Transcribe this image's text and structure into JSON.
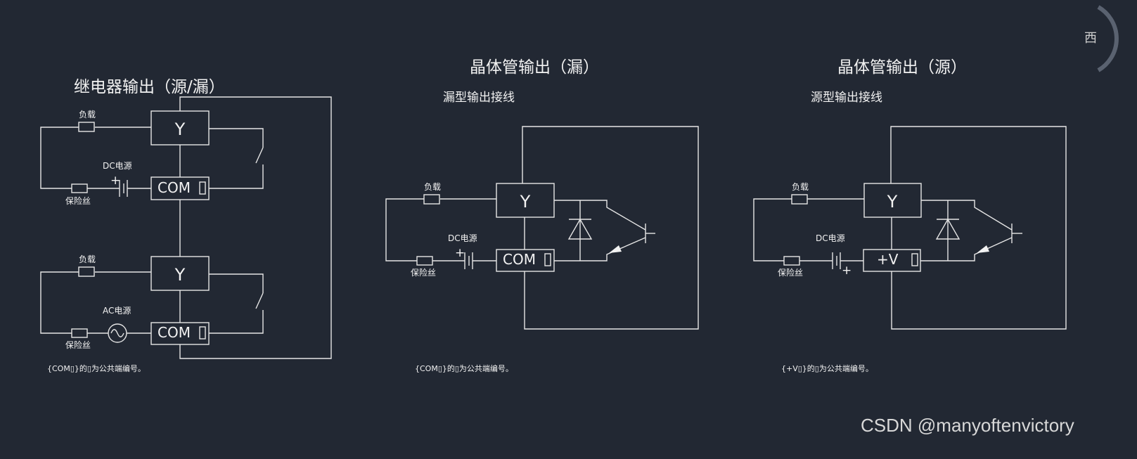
{
  "relay": {
    "title": "继电器输出（源/漏）",
    "top": {
      "load": "负载",
      "dc_source": "DC电源",
      "fuse": "保险丝",
      "plus": "+",
      "y": "Y",
      "com": "COM",
      "slot": "▯"
    },
    "bottom": {
      "load": "负载",
      "ac_source": "AC电源",
      "fuse": "保险丝",
      "y": "Y",
      "com": "COM",
      "slot": "▯"
    },
    "note": "{COM▯}的▯为公共端编号。"
  },
  "sink": {
    "title": "晶体管输出（漏）",
    "subtitle": "漏型输出接线",
    "load": "负载",
    "dc_source": "DC电源",
    "fuse": "保险丝",
    "plus": "+",
    "y": "Y",
    "com": "COM",
    "slot": "▯",
    "note": "{COM▯}的▯为公共端编号。"
  },
  "source": {
    "title": "晶体管输出（源）",
    "subtitle": "源型输出接线",
    "load": "负载",
    "dc_source": "DC电源",
    "fuse": "保险丝",
    "plus": "+",
    "y": "Y",
    "vplus": "+V",
    "slot": "▯",
    "note": "{+V▯}的▯为公共端编号。"
  },
  "edge_glyph": "西",
  "watermark": "CSDN @manyoftenvictory"
}
